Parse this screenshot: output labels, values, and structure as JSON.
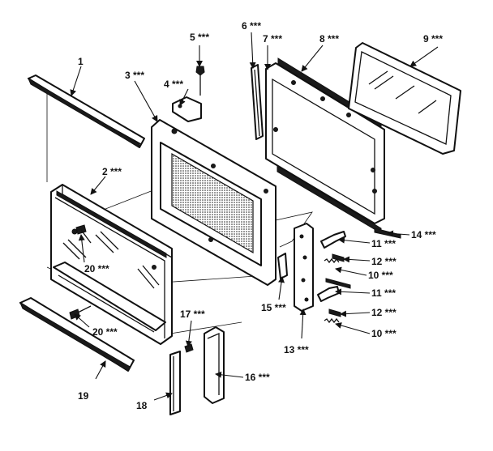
{
  "labels": {
    "p1": "1",
    "p2": "2 ***",
    "p3": "3 ***",
    "p4": "4 ***",
    "p5": "5 ***",
    "p6": "6 ***",
    "p7": "7 ***",
    "p8": "8 ***",
    "p9": "9 ***",
    "p10a": "10 ***",
    "p10b": "10 ***",
    "p11a": "11 ***",
    "p11b": "11 ***",
    "p12a": "12 ***",
    "p12b": "12 ***",
    "p13": "13 ***",
    "p14": "14 ***",
    "p15": "15 ***",
    "p16": "16 ***",
    "p17": "17 ***",
    "p18": "18",
    "p19": "19",
    "p20a": "20 ***",
    "p20b": "20 ***"
  }
}
